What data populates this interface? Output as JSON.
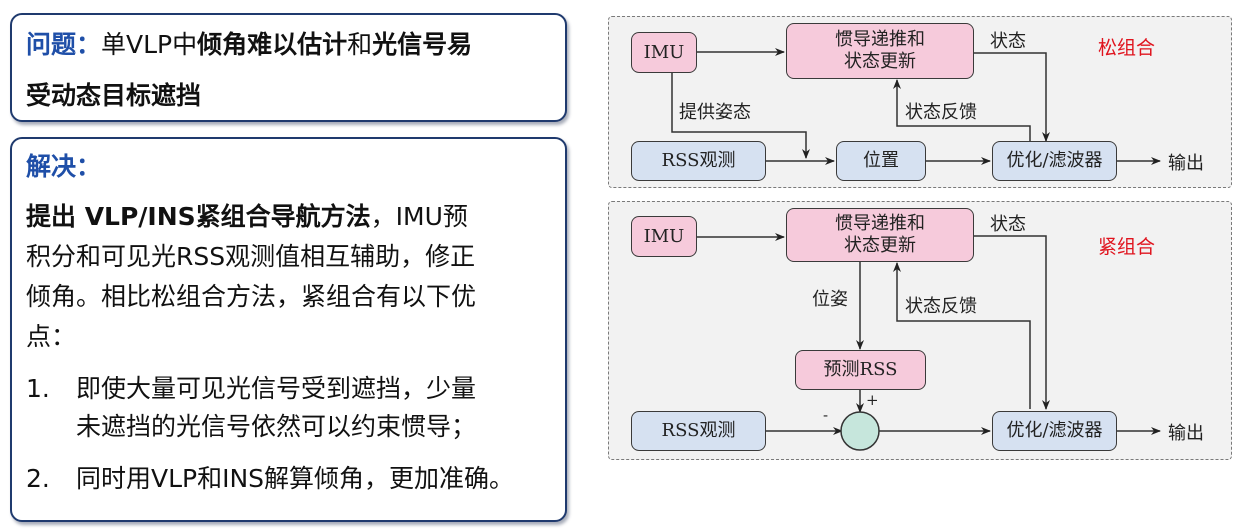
{
  "problem": {
    "heading": "问题：",
    "line1_parts": [
      "单VLP中",
      "倾角难以估计",
      "和",
      "光信号易"
    ],
    "line2": "受动态目标遮挡"
  },
  "solution": {
    "heading": "解决：",
    "line1_bold": "提出 VLP/INS紧组合导航方法",
    "line1_rest": "，IMU预",
    "line2": "积分和可见光RSS观测值相互辅助，修正",
    "line3": "倾角。相比松组合方法，紧组合有以下优",
    "line4": "点：",
    "items": [
      {
        "num": "1.",
        "lines": [
          "即使大量可见光信号受到遮挡，少量",
          "未遮挡的光信号依然可以约束惯导；"
        ]
      },
      {
        "num": "2.",
        "lines": [
          "同时用VLP和INS解算倾角，更加准确。"
        ]
      }
    ]
  },
  "diagram": {
    "loose": {
      "title": "松组合",
      "nodes": {
        "imu": "IMU",
        "ins": [
          "惯导递推和",
          "状态更新"
        ],
        "rss": "RSS观测",
        "pos": "位置",
        "filter": "优化/滤波器"
      },
      "labels": {
        "attitude": "提供姿态",
        "state": "状态",
        "feedback": "状态反馈",
        "output": "输出"
      }
    },
    "tight": {
      "title": "紧组合",
      "nodes": {
        "imu": "IMU",
        "ins": [
          "惯导递推和",
          "状态更新"
        ],
        "pred": "预测RSS",
        "rss": "RSS观测",
        "filter": "优化/滤波器"
      },
      "labels": {
        "pose": "位姿",
        "state": "状态",
        "feedback": "状态反馈",
        "output": "输出",
        "plus": "+",
        "minus": "-"
      }
    },
    "colors": {
      "pink_node": "#f6cadb",
      "blue_node": "#d6e1f1",
      "sum_node": "#c6e6dc",
      "title_red": "#e0141e",
      "heading_blue": "#1f4fa8"
    }
  }
}
